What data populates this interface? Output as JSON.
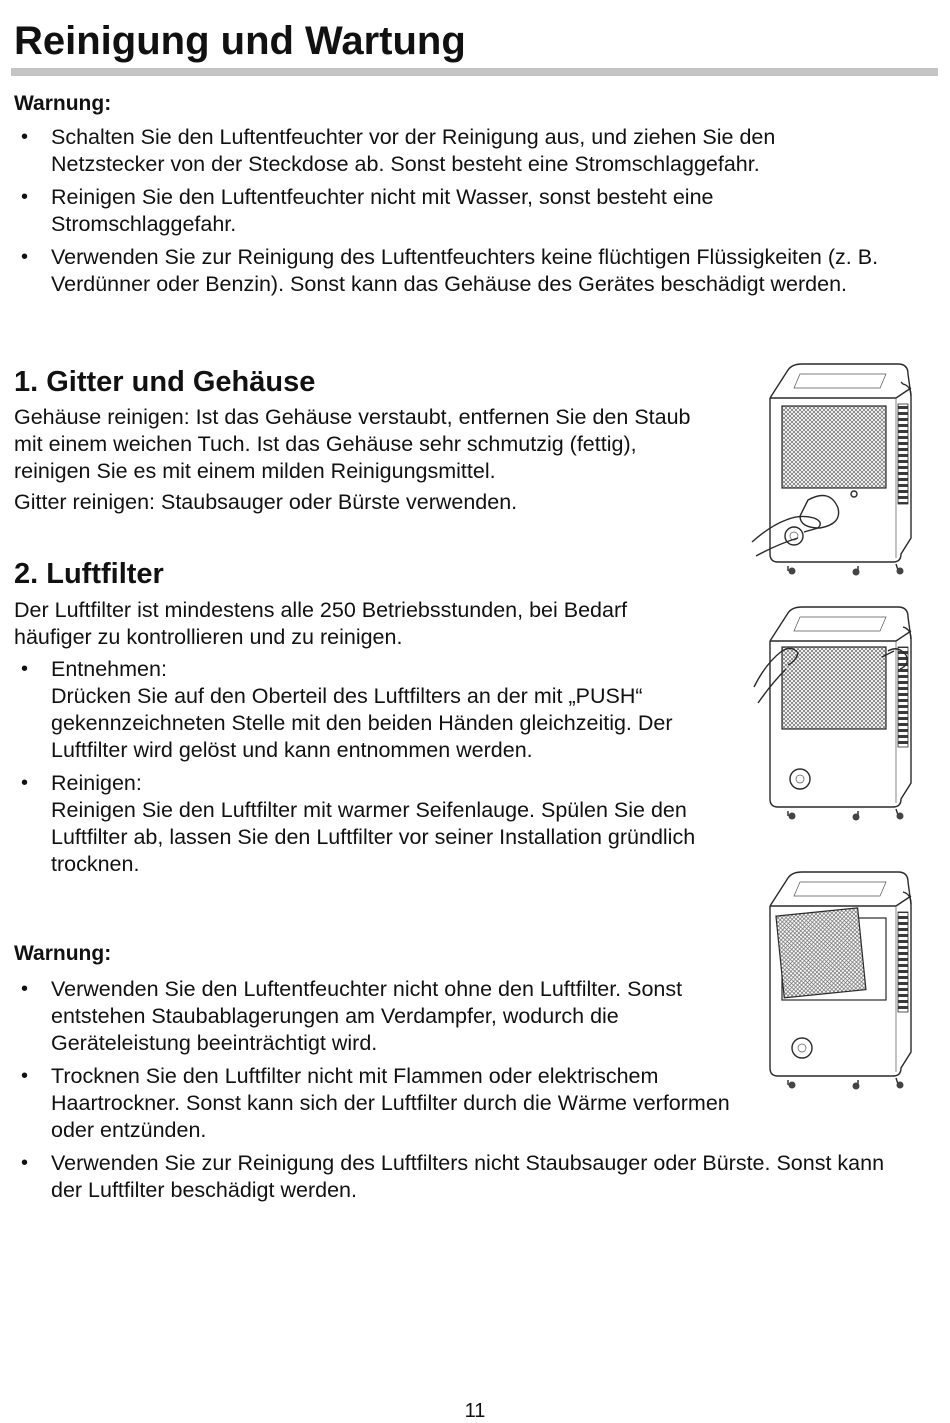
{
  "title": "Reinigung und Wartung",
  "warning1": {
    "heading": "Warnung:",
    "items": [
      "Schalten Sie den Luftentfeuchter vor der Reinigung aus, und ziehen Sie den Netzstecker von der Steckdose ab. Sonst besteht eine Stromschlaggefahr.",
      "Reinigen Sie den Luftentfeuchter nicht mit Wasser, sonst besteht eine Stromschlaggefahr.",
      "Verwenden Sie zur Reinigung des Luftentfeuchters keine flüchtigen Flüssigkeiten (z. B. Verdünner oder Benzin). Sonst kann das Gehäuse des Gerätes beschädigt werden."
    ]
  },
  "section1": {
    "heading": "1. Gitter und Gehäuse",
    "para1": "Gehäuse reinigen: Ist das Gehäuse verstaubt, entfernen Sie den Staub mit einem weichen Tuch. Ist das Gehäuse sehr schmutzig (fettig), reinigen Sie es mit einem milden Reinigungsmittel.",
    "para2": "Gitter reinigen: Staubsauger oder Bürste verwenden."
  },
  "section2": {
    "heading": "2. Luftfilter",
    "intro": "Der Luftfilter ist mindestens alle 250 Betriebsstunden, bei Bedarf häufiger zu kontrollieren und zu reinigen.",
    "items": [
      {
        "label": "Entnehmen:",
        "text": "Drücken Sie auf den Oberteil des Luftfilters an der mit „PUSH“ gekennzeichneten Stelle mit den beiden Händen gleichzeitig. Der Luftfilter wird gelöst und kann entnommen werden."
      },
      {
        "label": "Reinigen:",
        "text": "Reinigen Sie den Luftfilter mit warmer Seifenlauge. Spülen Sie den Luftfilter ab, lassen Sie den Luftfilter vor seiner Installation gründlich trocknen."
      }
    ]
  },
  "warning2": {
    "heading": "Warnung:",
    "items": [
      "Verwenden Sie den Luftentfeuchter nicht ohne den Luftfilter. Sonst entstehen Staubablagerungen am Verdampfer, wodurch die Geräteleistung beeinträchtigt wird.",
      "Trocknen Sie den Luftfilter nicht mit Flammen oder elektrischem Haartrockner. Sonst kann sich der Luftfilter durch die Wärme verformen oder entzünden.",
      "Verwenden Sie zur Reinigung des Luftfilters nicht Staubsauger oder Bürste. Sonst kann der Luftfilter beschädigt werden."
    ]
  },
  "page_number": "11"
}
